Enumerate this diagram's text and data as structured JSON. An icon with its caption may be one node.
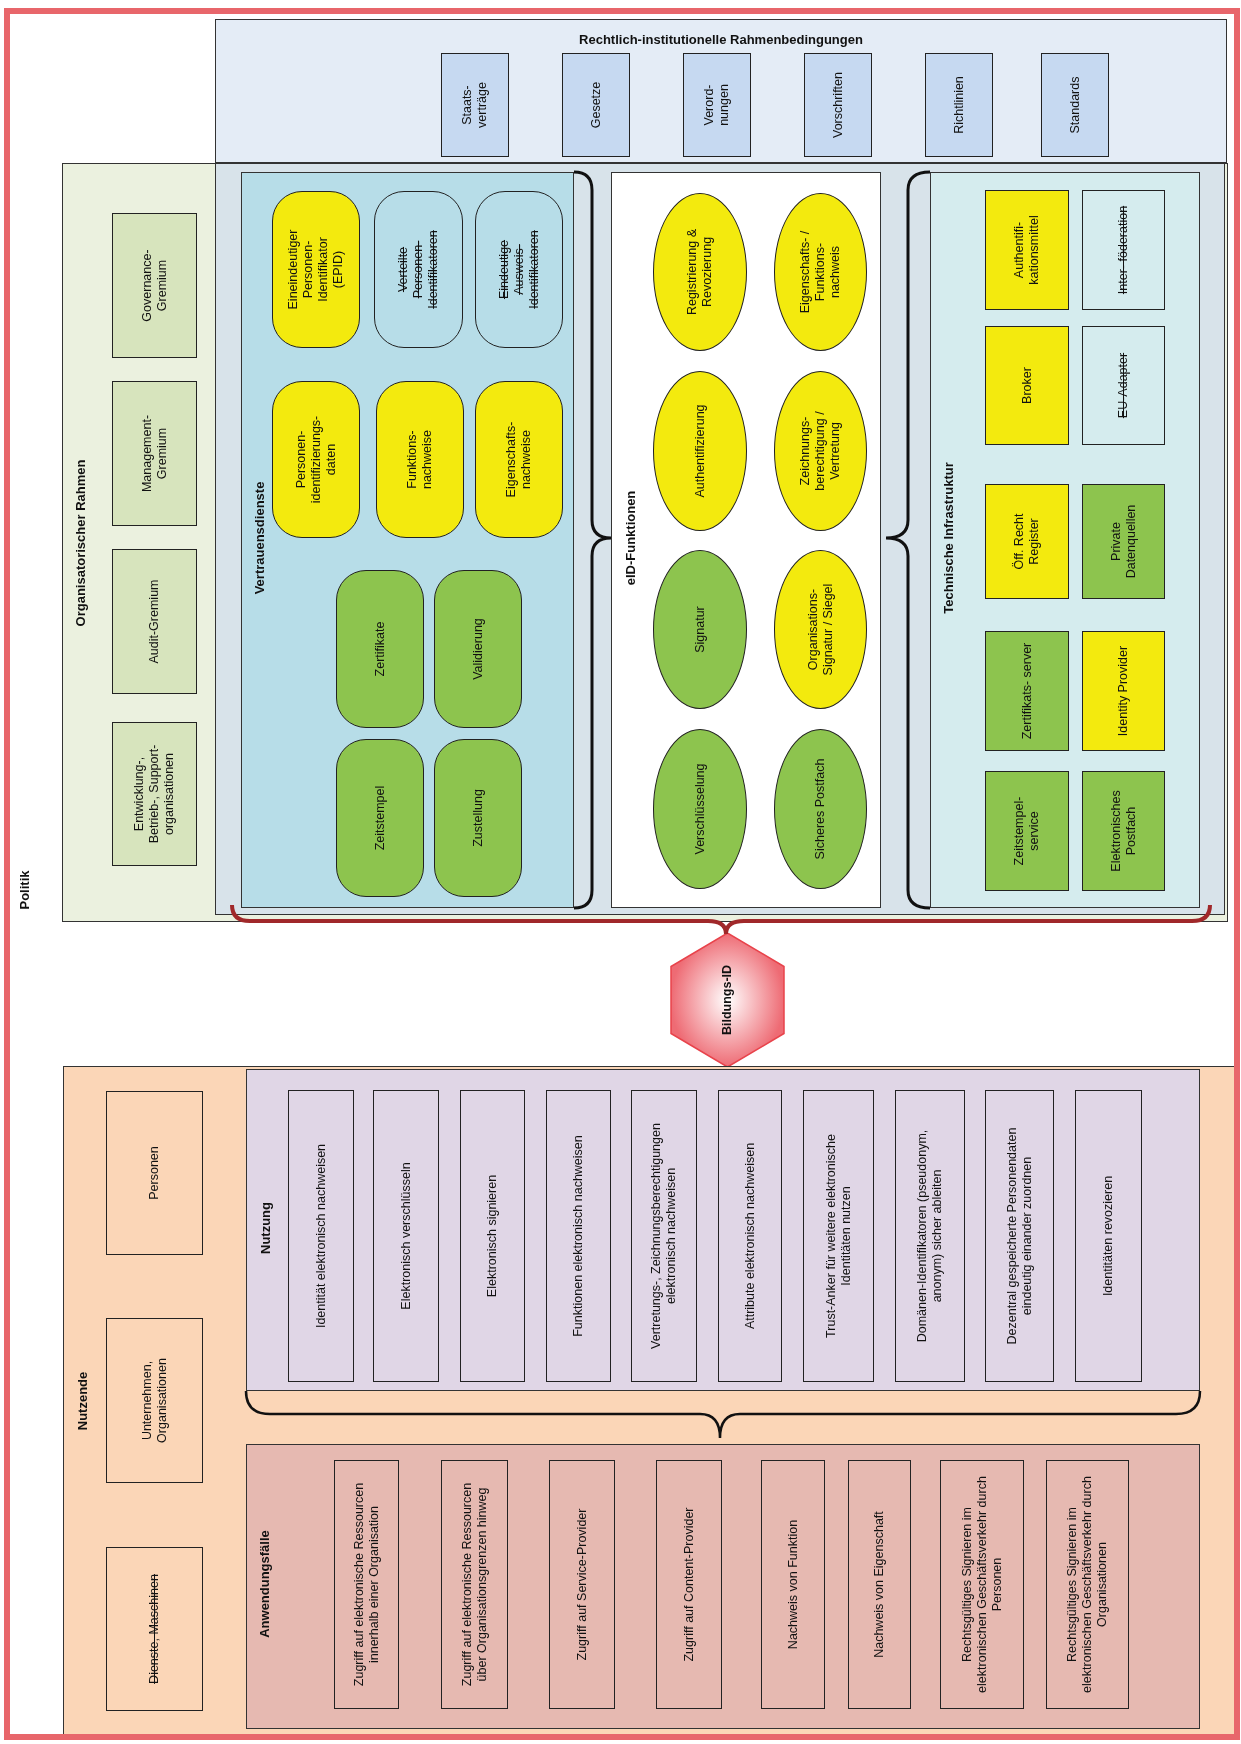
{
  "diagram": {
    "nodes": [
      {
        "text": [
          "Politik"
        ]
      },
      {
        "text": [
          "Rechtlich-institutionelle Rahmenbedingungen"
        ],
        "in": 0
      },
      {
        "text": [
          "Staats- verträge"
        ],
        "in": 1
      },
      {
        "text": [
          "Gesetze"
        ],
        "in": 1
      },
      {
        "text": [
          "Verord- nungen"
        ],
        "in": 1
      },
      {
        "text": [
          "Vorschriften"
        ],
        "in": 1
      },
      {
        "text": [
          "Richtlinien"
        ],
        "in": 1
      },
      {
        "text": [
          "Standards"
        ],
        "in": 1
      },
      {
        "text": [
          "Organisatorischer Rahmen"
        ],
        "in": 0
      },
      {
        "text": [
          "Governance- Gremium"
        ],
        "in": 8
      },
      {
        "text": [
          "Management- Gremium"
        ],
        "in": 8
      },
      {
        "text": [
          "Audit-Gremium"
        ],
        "in": 8
      },
      {
        "text": [
          "Entwicklung-, Betrieb-, Support- organisationen"
        ],
        "in": 8
      },
      {
        "text": [],
        "shape": "box",
        "in": 8
      },
      {
        "text": [
          "Vertrauensdienste"
        ],
        "in": 13
      },
      {
        "text": [
          "Eineindeutiger Personen- Identifikator (EPID)"
        ],
        "in": 14
      },
      {
        "text": [
          "Verteilte Personen- Identifikatoren"
        ],
        "in": 14
      },
      {
        "text": [
          "Eindeutige Ausweis- Identifikatoren"
        ],
        "in": 14
      },
      {
        "text": [
          "Personen- identifizierungs- daten"
        ],
        "in": 14
      },
      {
        "text": [
          "Funktions- nachweise"
        ],
        "in": 14
      },
      {
        "text": [
          "Eigenschafts- nachweise"
        ],
        "in": 14
      },
      {
        "text": [
          "Zertifikate"
        ],
        "in": 14
      },
      {
        "text": [
          "Validierung"
        ],
        "in": 14
      },
      {
        "text": [
          "Zeitstempel"
        ],
        "in": 14
      },
      {
        "text": [
          "Zustellung"
        ],
        "in": 14
      },
      {
        "text": [
          "eID-Funktionen"
        ],
        "in": 13
      },
      {
        "text": [
          "Registrierung & Revozierung"
        ],
        "in": 25
      },
      {
        "text": [
          "Eigenschafts- / Funktions- nachweis"
        ],
        "in": 25
      },
      {
        "text": [
          "Authentifizierung"
        ],
        "in": 25
      },
      {
        "text": [
          "Zeichnungs- berechtigung / Vertretung"
        ],
        "in": 25
      },
      {
        "text": [
          "Signatur"
        ],
        "in": 25
      },
      {
        "text": [
          "Organisations- Signatur / Siegel"
        ],
        "in": 25
      },
      {
        "text": [
          "Verschlüsselung"
        ],
        "in": 25
      },
      {
        "text": [
          "Sicheres Postfach"
        ],
        "in": 25
      },
      {
        "text": [
          "Technische Infrastruktur"
        ],
        "in": 13
      },
      {
        "text": [
          "Authentifi- kationsmittel"
        ],
        "in": 34
      },
      {
        "text": [
          "Inter- föderation"
        ],
        "in": 34
      },
      {
        "text": [
          "Broker"
        ],
        "in": 34
      },
      {
        "text": [
          "EU-Adapter"
        ],
        "in": 34
      },
      {
        "text": [
          "Öff. Recht Register"
        ],
        "in": 34
      },
      {
        "text": [
          "Private Datenquellen"
        ],
        "in": 34
      },
      {
        "text": [
          "Zertifikats- server"
        ],
        "in": 34
      },
      {
        "text": [
          "Identity Provider"
        ],
        "in": 34
      },
      {
        "text": [
          "Zeitstempel- service"
        ],
        "in": 34
      },
      {
        "text": [
          "Elektronisches Postfach"
        ],
        "in": 34
      },
      {
        "text": [
          "Bildungs-ID"
        ],
        "in": 0
      },
      {
        "text": [
          "Nutzende"
        ],
        "in": 0
      },
      {
        "text": [
          "Personen"
        ],
        "in": 46
      },
      {
        "text": [
          "Unternehmen, Organisationen"
        ],
        "in": 46
      },
      {
        "text": [
          "Dienste, Maschinen"
        ],
        "in": 46
      },
      {
        "text": [
          "Nutzung"
        ],
        "in": 46
      },
      {
        "text": [
          "Identität elektronisch nachweisen"
        ],
        "in": 50
      },
      {
        "text": [
          "Elektronisch verschlüsseln"
        ],
        "in": 50
      },
      {
        "text": [
          "Elektronisch signieren"
        ],
        "in": 50
      },
      {
        "text": [
          "Funktionen elektronisch nachweisen"
        ],
        "in": 50
      },
      {
        "text": [
          "Vertretungs-, Zeichnungsberechtigungen elektronisch nachweisen"
        ],
        "in": 50
      },
      {
        "text": [
          "Attribute elektronisch nachweisen"
        ],
        "in": 50
      },
      {
        "text": [
          "Trust-Anker für weitere elektronische Identitäten nutzen"
        ],
        "in": 50
      },
      {
        "text": [
          "Domänen-Identifikatoren (pseudonym, anonym) sicher ableiten"
        ],
        "in": 50
      },
      {
        "text": [
          "Dezentral gespeicherte Personendaten eindeutig einander zuordnen"
        ],
        "in": 50
      },
      {
        "text": [
          "Identitäten revozieren"
        ],
        "in": 50
      },
      {
        "text": [
          "Anwendungsfälle"
        ],
        "in": 46
      },
      {
        "text": [
          "Zugriff auf elektronische Ressourcen innerhalb einer Organisation"
        ],
        "in": 61
      },
      {
        "text": [
          "Zugriff auf elektronische Ressourcen über Organisationsgrenzen hinweg"
        ],
        "in": 61
      },
      {
        "text": [
          "Zugriff auf Service-Provider"
        ],
        "in": 61
      },
      {
        "text": [
          "Zugriff auf Content-Provider"
        ],
        "in": 61
      },
      {
        "text": [
          "Nachweis von Funktion"
        ],
        "in": 61
      },
      {
        "text": [
          "Nachweis von Eigenschaft"
        ],
        "in": 61
      },
      {
        "text": [
          "Rechtsgültiges Signieren im elektronischen Geschäftsverkehr durch Personen"
        ],
        "in": 61
      },
      {
        "text": [
          "Rechtsgültiges Signieren im elektronischen Geschäftsverkehr durch Organisationen"
        ],
        "in": 61
      }
    ]
  }
}
